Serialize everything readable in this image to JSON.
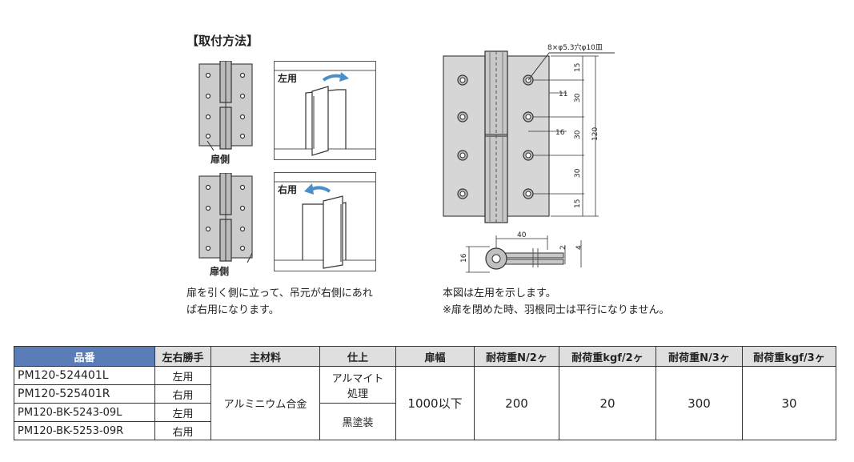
{
  "install": {
    "heading": "【取付方法】",
    "left_label": "左用",
    "right_label": "右用",
    "door_side_1": "扉側",
    "door_side_2": "扉側",
    "note_line1": "扉を引く側に立って、吊元が右側にあれ",
    "note_line2": "ば右用になります。"
  },
  "drawing": {
    "hole_spec": "8×φ5.3穴φ10皿",
    "dim_15_top": "15",
    "dim_11": "11",
    "dim_30_a": "30",
    "dim_16_h": "16",
    "dim_30_b": "30",
    "dim_120": "120",
    "dim_30_c": "30",
    "dim_15_bottom": "15",
    "dim_40": "40",
    "dim_2": "2",
    "dim_4": "4",
    "dim_16_v": "16",
    "note1": "本図は左用を示します。",
    "note2": "※扉を閉めた時、羽根同士は平行になりません。"
  },
  "table": {
    "headers": [
      "品番",
      "左右勝手",
      "主材料",
      "仕上",
      "扉幅",
      "耐荷重N/2ヶ",
      "耐荷重kgf/2ヶ",
      "耐荷重N/3ヶ",
      "耐荷重kgf/3ヶ"
    ],
    "rows": [
      {
        "part": "PM120-524401L",
        "hand": "左用"
      },
      {
        "part": "PM120-525401R",
        "hand": "右用"
      },
      {
        "part": "PM120-BK-5243-09L",
        "hand": "左用"
      },
      {
        "part": "PM120-BK-5253-09R",
        "hand": "右用"
      }
    ],
    "material": "アルミニウム合金",
    "finish1_line1": "アルマイト",
    "finish1_line2": "処理",
    "finish2": "黒塗装",
    "door_width": "1000以下",
    "load_n_2": "200",
    "load_kgf_2": "20",
    "load_n_3": "300",
    "load_kgf_3": "30"
  },
  "colors": {
    "plate": "#d6d6d6",
    "plate_dark": "#a8a8a8",
    "arrow": "#4a8fc8",
    "header_blue": "#5a7db8",
    "header_gray": "#dfdfdf"
  }
}
